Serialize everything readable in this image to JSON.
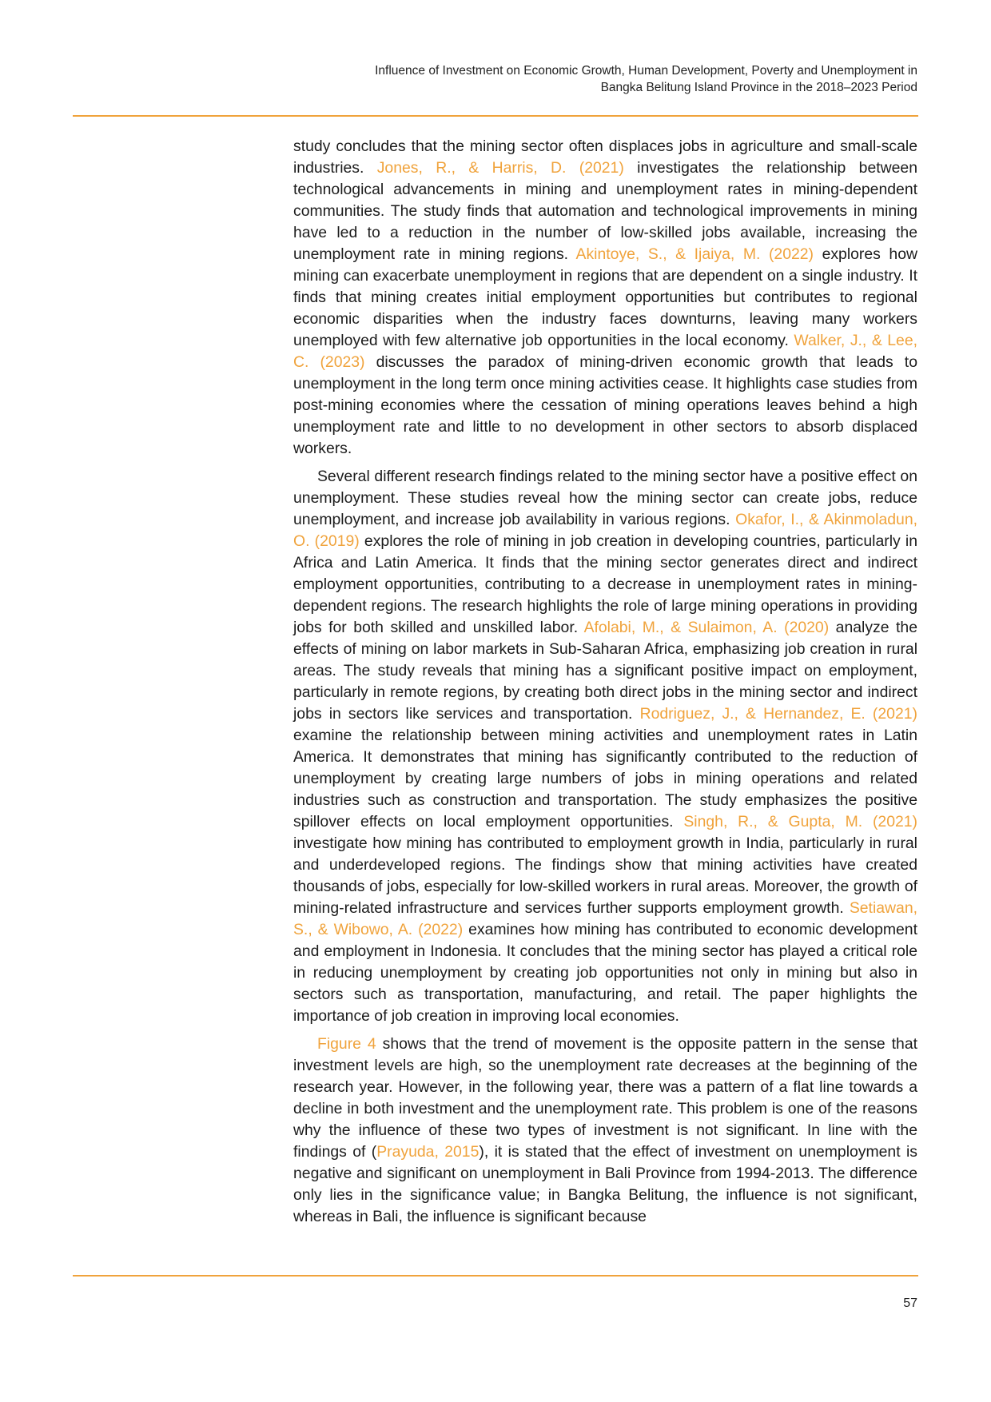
{
  "header": {
    "line1": "Influence of Investment on Economic Growth, Human Development, Poverty and Unemployment in",
    "line2": "Bangka Belitung Island Province in the 2018–2023 Period"
  },
  "colors": {
    "accent": "#f0a33c",
    "citation": "#f0a33c",
    "text": "#1c1c1c"
  },
  "body": {
    "p1": [
      {
        "t": "study concludes that the mining sector often displaces jobs in agriculture and small-scale industries. "
      },
      {
        "t": "Jones, R., & Harris, D. (2021)",
        "cite": true
      },
      {
        "t": " investigates the relationship between technological advancements in mining and unemployment rates in mining-dependent communities. The study finds that automation and technological improvements in mining have led to a reduction in the number of low-skilled jobs available, increasing the unemployment rate in mining regions. "
      },
      {
        "t": "Akintoye, S., & Ijaiya, M. (2022)",
        "cite": true
      },
      {
        "t": " explores how mining can exacerbate unemployment in regions that are dependent on a single industry. It finds that mining creates initial employment opportunities but contributes to regional economic disparities when the industry faces downturns, leaving many workers unemployed with few alternative job opportunities in the local economy. "
      },
      {
        "t": "Walker, J., & Lee, C. (2023)",
        "cite": true
      },
      {
        "t": " discusses the paradox of mining-driven economic growth that leads to unemployment in the long term once mining activities cease. It highlights case studies from post-mining economies where the cessation of mining operations leaves behind a high unemployment rate and little to no development in other sectors to absorb displaced workers."
      }
    ],
    "p2": [
      {
        "t": "Several different research findings related to the mining sector have a positive effect on unemployment. These studies reveal how the mining sector can create jobs, reduce unemployment, and increase job availability in various regions. "
      },
      {
        "t": "Okafor, I., & Akinmoladun, O. (2019)",
        "cite": true
      },
      {
        "t": " explores the role of mining in job creation in developing countries, particularly in Africa and Latin America. It finds that the mining sector generates direct and indirect employment opportunities, contributing to a decrease in unemployment rates in mining-dependent regions. The research highlights the role of large mining operations in providing jobs for both skilled and unskilled labor. "
      },
      {
        "t": "Afolabi, M., & Sulaimon, A. (2020)",
        "cite": true
      },
      {
        "t": " analyze the effects of mining on labor markets in Sub-Saharan Africa, emphasizing job creation in rural areas. The study reveals that mining has a significant positive impact on employment, particularly in remote regions, by creating both direct jobs in the mining sector and indirect jobs in sectors like services and transportation. "
      },
      {
        "t": "Rodriguez, J., & Hernandez, E. (2021)",
        "cite": true
      },
      {
        "t": " examine the relationship between mining activities and unemployment rates in Latin America. It demonstrates that mining has significantly contributed to the reduction of unemployment by creating large numbers of jobs in mining operations and related industries such as construction and transportation. The study emphasizes the positive spillover effects on local employment opportunities. "
      },
      {
        "t": "Singh, R., & Gupta, M. (2021)",
        "cite": true
      },
      {
        "t": " investigate how mining has contributed to employment growth in India, particularly in rural and underdeveloped regions. The findings show that mining activities have created thousands of jobs, especially for low-skilled workers in rural areas. Moreover, the growth of mining-related infrastructure and services further supports employment growth. "
      },
      {
        "t": "Setiawan, S., & Wibowo, A. (2022)",
        "cite": true
      },
      {
        "t": " examines how mining has contributed to economic development and employment in Indonesia. It concludes that the mining sector has played a critical role in reducing unemployment by creating job opportunities not only in mining but also in sectors such as transportation, manufacturing, and retail. The paper highlights the importance of job creation in improving local economies."
      }
    ],
    "p3": [
      {
        "t": "Figure 4",
        "cite": true
      },
      {
        "t": " shows that the trend of movement is the opposite pattern in the sense that investment levels are high, so the unemployment rate decreases at the beginning of the research year. However, in the following year, there was a pattern of a flat line towards a decline in both investment and the unemployment rate. This problem is one of the reasons why the influence of these two types of investment is not significant. In line with the findings of ("
      },
      {
        "t": "Prayuda, 2015",
        "cite": true
      },
      {
        "t": "), it is stated that the effect of investment on unemployment is negative and significant on unemployment in Bali Province from 1994-2013. The difference only lies in the significance value; in Bangka Belitung, the influence is not significant, whereas in Bali, the influence is significant because"
      }
    ]
  },
  "page_number": "57"
}
